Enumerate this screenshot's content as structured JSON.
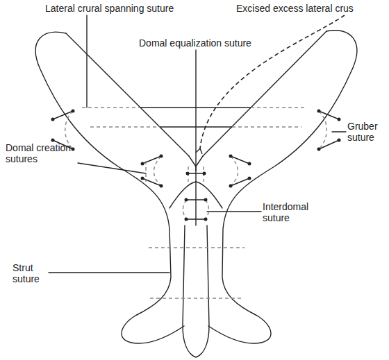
{
  "diagram": {
    "labels": [
      "Lateral crural spanning suture",
      "Excised excess lateral crus",
      "Domal equalization suture",
      "Domal creation sutures",
      "Gruber suture",
      "Interdomal suture",
      "Strut suture"
    ]
  }
}
